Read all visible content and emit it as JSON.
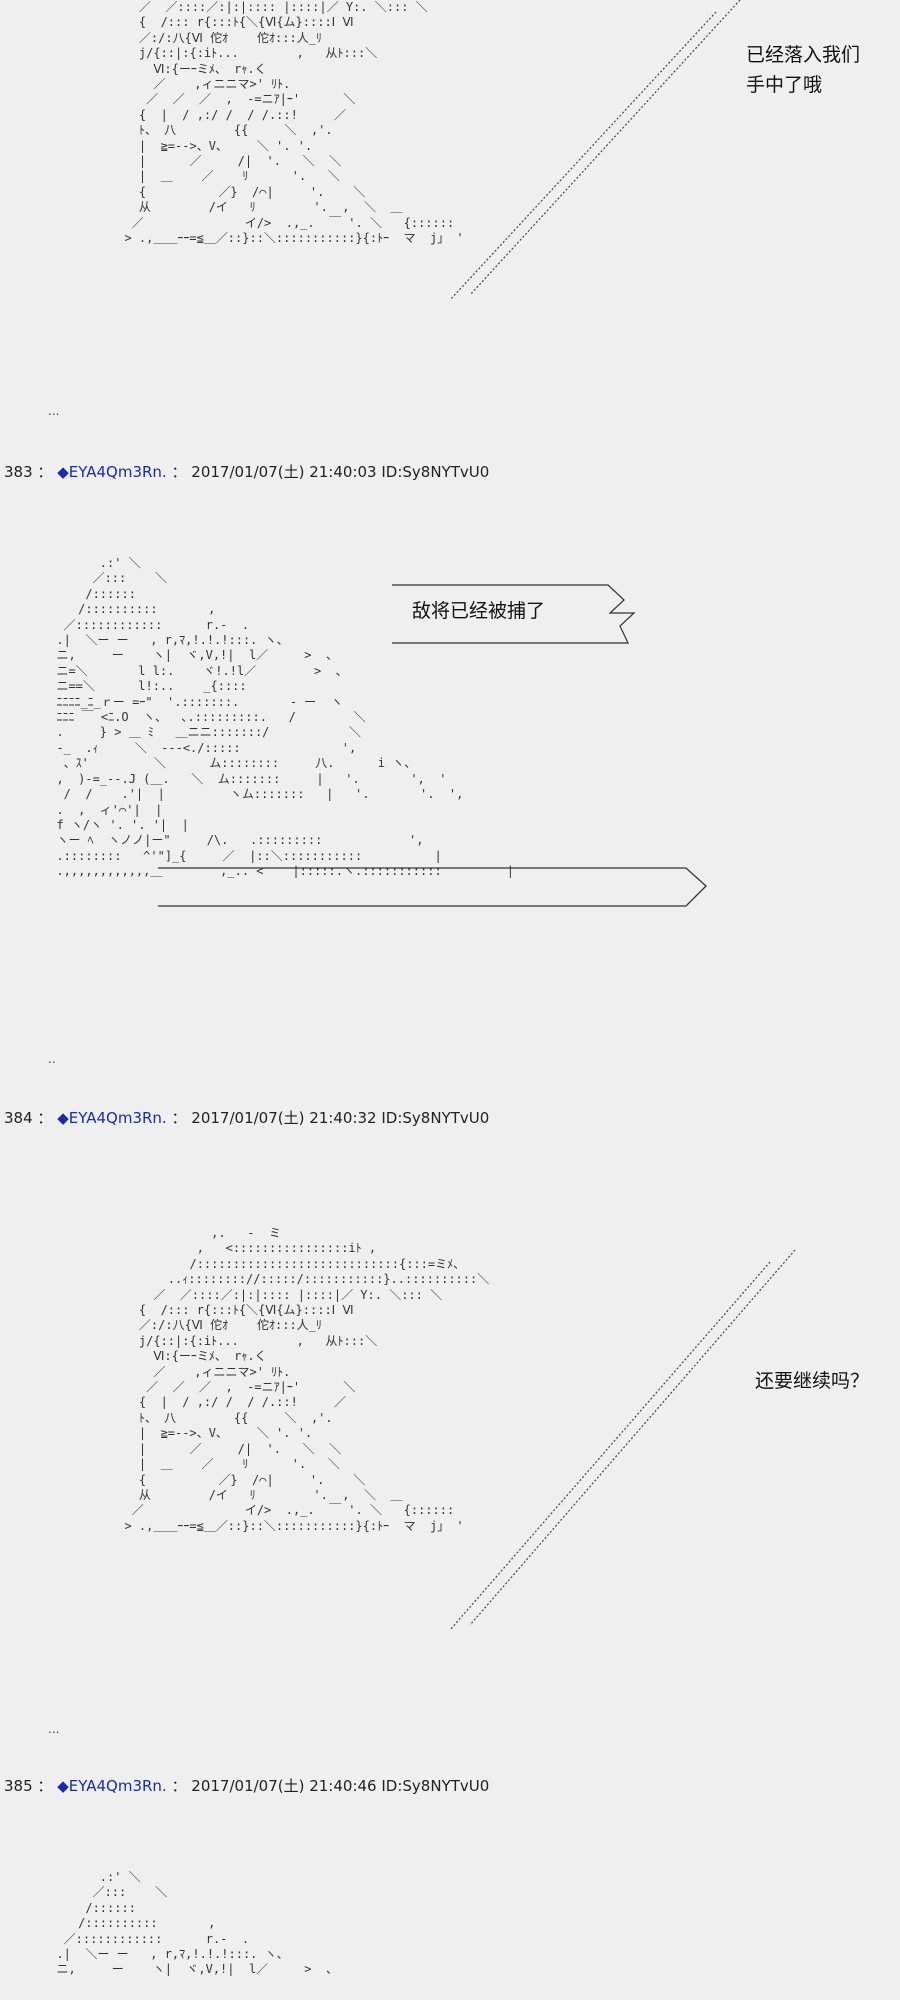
{
  "posts": [
    {
      "number": "383",
      "sep": "：",
      "diamond": "◆",
      "trip": "EYA4Qm3Rn.",
      "sep2": "：",
      "datetime": "2017/01/07(土) 21:40:03",
      "id": "ID:Sy8NYTvU0"
    },
    {
      "number": "384",
      "sep": "：",
      "diamond": "◆",
      "trip": "EYA4Qm3Rn.",
      "sep2": "：",
      "datetime": "2017/01/07(土) 21:40:32",
      "id": "ID:Sy8NYTvU0"
    },
    {
      "number": "385",
      "sep": "：",
      "diamond": "◆",
      "trip": "EYA4Qm3Rn.",
      "sep2": "：",
      "datetime": "2017/01/07(土) 21:40:46",
      "id": "ID:Sy8NYTvU0"
    }
  ],
  "captions": {
    "c1_line1": "已经落入我们",
    "c1_line2": "手中了哦",
    "c2": "敌将已经被捕了",
    "c3": "还要继续吗？"
  },
  "trail": {
    "t1": "...",
    "t2": "..",
    "t3": "..."
  },
  "art": {
    "a1": "    ／  ／::::／:|:|:::: |::::|／ Y:. ＼::: ＼\n    {  /::: r{:::ﾄ{＼{Ⅵ{ム}::::Ⅰ Ⅵ\n    ／:/:八{Ⅵ 佗ｵ    佗ｵ:::人_ﾘ\n    j/{::|:{:iﾄ...        ,   从ﾄ:::＼\n      Ⅵ:{ーｰミﾒ、 rｬ.く\n      ／    ,ィニニマ>' ﾘﾄ.\n     ／  ／  ／  ,  -=ニｱ|ｰ'      ＼\n    {  |  / ,:/ /  / /.::!     ／\n    ﾄ、 八        {{     ＼  ,'.\n    |  ≧=-->、V、    ＼ '. '.\n    |      ／     /|  '.   ＼  ＼\n    |  ＿    ／    ﾘ      '.   ＼\n    {          ／}  /⌒|     '.    ＼\n    从        /イ   ﾘ        '.  ,  ＼  ＿\n   ／              イ/>  .,_.  ￣ '. ＼   {::::::\n  > .,＿＿ｰｰ=≦＿／::}::＼:::::::::::}{:ﾄｰ  マ  j」 '",
    "a2": "        .:' ＼\n       ／:::    ＼\n      /::::::\n     /::::::::::       ,\n   ／::::::::::::      r.-  .\n  .|  ＼ー ー   , r,ﾏ,!.!.!:::. ヽ、\n  ニ,     ー    ヽ|  ヾ,V,!|  l／     >  、\n  ニ=＼       l l:.    ヾ!.!l／        >  、\n  ニ==＼      l!:..    _{::::\n  ﾆﾆﾆﾆ_ﾆ_ｒー =ｰ\"  '.:::::::.       ‐ ー  ヽ\n  ﾆﾆﾆ ￣ <ﾆ.O  ヽ、  ､.:::::::::.   /        ＼\n  .     } > ＿ ﾐ   ＿ニニ:::::::/           ＼\n  -_  .ｨ     ＼  ---<./:::::              ',\n   、ｽ'         ＼      ム::::::::     八.      i ヽ、\n  ,  )-=_--.J (＿.   ＼  ム:::::::     |   '.       ',  '\n   /  /    .'|  |         ヽム:::::::   |   '.       '.  ',\n  .  ,  ィ'⌒'|  |\n  f ヽ/ヽ '. '. '|  |\n  ヽー ﾍ  ヽノノ|ー\"     /\\.   .:::::::::            ',\n  .::::::::   ^'\"]_{     ／  |::＼:::::::::::          |\n  .,,,,,,,,,,,,＿        ,_.. <    |:::::.ヽ.:::::::::::         |",
    "a3": "              ,.   -  ミ\n            ,   <::::::::::::::::iﾄ ,\n           /::::::::::::::::::::::::::::{:::=ミﾒ、\n        ..ｨ:::::::://:::::/:::::::::::}..::::::::::＼\n      ／  ／::::／:|:|:::: |::::|／ Y:. ＼::: ＼\n    {  /::: r{:::ﾄ{＼{Ⅵ{ム}::::Ⅰ Ⅵ\n    ／:/:八{Ⅵ 佗ｵ    佗ｵ:::人_ﾘ\n    j/{::|:{:iﾄ...        ,   从ﾄ:::＼\n      Ⅵ:{ーｰミﾒ、 rｬ.く\n      ／    ,ィニニマ>' ﾘﾄ.\n     ／  ／  ／  ,  -=ニｱ|ｰ'      ＼\n    {  |  / ,:/ /  / /.::!     ／\n    ﾄ、 八        {{     ＼  ,'.\n    |  ≧=-->、V、    ＼ '. '.\n    |      ／     /|  '.   ＼  ＼\n    |  ＿    ／    ﾘ      '.   ＼\n    {          ／}  /⌒|     '.    ＼\n    从        /イ   ﾘ        '.  ,  ＼  ＿\n   ／              イ/>  .,_.  ￣ '. ＼   {::::::\n  > .,＿＿ｰｰ=≦＿／::}::＼:::::::::::}{:ﾄｰ  マ  j」 '",
    "a4": "        .:' ＼\n       ／:::    ＼\n      /::::::\n     /::::::::::       ,\n   ／::::::::::::      r.-  .\n  .|  ＼ー ー   , r,ﾏ,!.!.!:::. ヽ、\n  ニ,     ー    ヽ|  ヾ,V,!|  l／     >  、"
  }
}
